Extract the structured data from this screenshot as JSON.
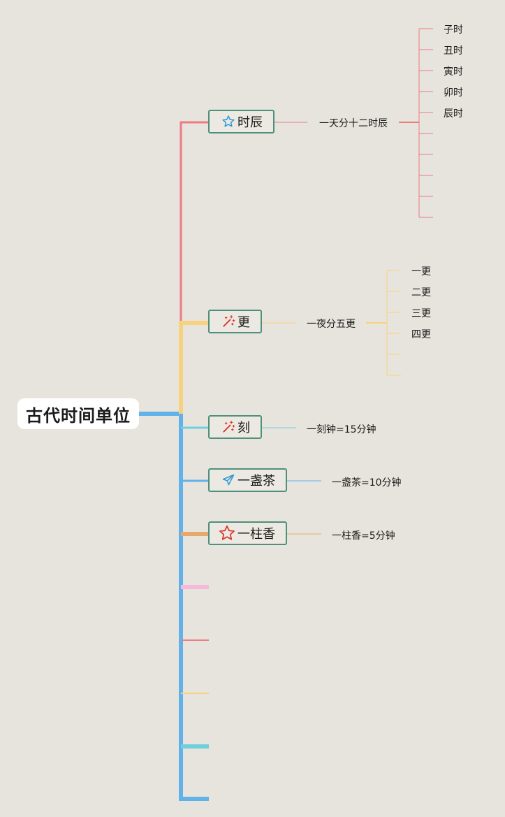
{
  "root": {
    "label": "古代时间单位"
  },
  "branches": [
    {
      "label": "时辰",
      "icon": "star-outline-icon",
      "color": "#ee7a82",
      "desc": "一天分十二时辰",
      "leaves": [
        "子时",
        "丑时",
        "寅时",
        "卯时",
        "辰时",
        "",
        "",
        "",
        "",
        ""
      ]
    },
    {
      "label": "更",
      "icon": "magic-wand-icon",
      "color": "#f7d27e",
      "desc": "一夜分五更",
      "leaves": [
        "一更",
        "二更",
        "三更",
        "四更",
        "",
        ""
      ]
    },
    {
      "label": "刻",
      "icon": "magic-wand-icon",
      "color": "#6fcfdc",
      "desc": "一刻钟=15分钟",
      "leaves": []
    },
    {
      "label": "一盏茶",
      "icon": "paper-plane-icon",
      "color": "#62b2ea",
      "desc": "一盏茶=10分钟",
      "leaves": []
    },
    {
      "label": "一柱香",
      "icon": "star-outline-icon",
      "color": "#e9a86b",
      "desc": "一柱香=5分钟",
      "leaves": []
    }
  ],
  "empty_branches": [
    {
      "color": "#f6b9dc"
    },
    {
      "color": "#ee7a82"
    },
    {
      "color": "#f7d27e"
    },
    {
      "color": "#6fcfdc"
    },
    {
      "color": "#62b2ea"
    }
  ],
  "colors": {
    "trunk": "#62b2ea",
    "node_border": "#4f8f7d",
    "background": "#e7e4dd"
  }
}
